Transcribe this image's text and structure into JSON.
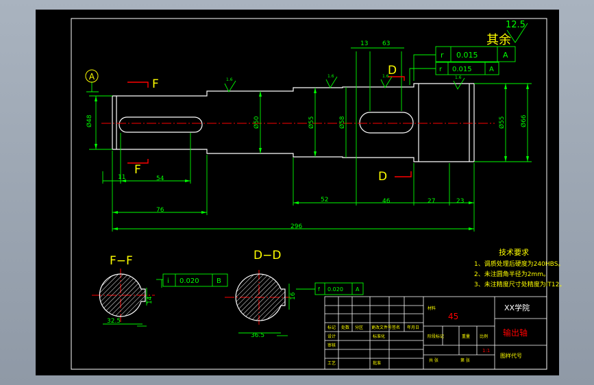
{
  "colors": {
    "background": "#000000",
    "outline": "#ffffff",
    "dimension": "#00ff00",
    "label": "#ffff00",
    "annotation": "#00ff00",
    "red": "#ff0000",
    "centerline": "#ff0000"
  },
  "roughness": {
    "value": "12.5",
    "label": "其余"
  },
  "section_labels": {
    "F_top": "F",
    "F_bottom": "F",
    "D_top": "D",
    "D_bottom": "D",
    "FF": "F−F",
    "DD": "D−D"
  },
  "datum": {
    "label": "A"
  },
  "tolerance_frames": {
    "top1": {
      "sym": "r",
      "value": "0.015",
      "datum": "A"
    },
    "top2": {
      "sym": "r",
      "value": "0.015",
      "datum": "A"
    },
    "ff": {
      "sym": "i",
      "value": "0.020",
      "datum": "B"
    },
    "dd": {
      "sym": "f",
      "value": "0.020",
      "datum": "A"
    }
  },
  "dimensions": {
    "d48": "Ø48",
    "d50": "Ø50",
    "d55a": "Ø55",
    "d58": "Ø58",
    "d55b": "Ø55",
    "d66": "Ø66",
    "l11": "11",
    "l54": "54",
    "l76": "76",
    "l296": "296",
    "l52": "52",
    "l46": "46",
    "l27": "27",
    "l23": "23",
    "l13": "13",
    "l63": "63",
    "ff_w": "32.5",
    "ff_k": "14",
    "dd_w": "36.5",
    "dd_k": "16",
    "r1": "1.6",
    "r2": "1.6",
    "r3": "1.6",
    "r4": "1.6"
  },
  "tech_req": {
    "title": "技术要求",
    "lines": [
      "1、调质处理后硬度为240HBS。",
      "2、未注圆角半径为2mm。",
      "3、未注精度尺寸处精度为IT12。"
    ]
  },
  "title_block": {
    "school": "XX学院",
    "material_label": "材料",
    "material": "45",
    "part_name": "输出轴",
    "drawing_code": "图样代号",
    "scale": "1:1",
    "r_mark": "标记",
    "r_count": "处数",
    "r_zone": "分区",
    "r_change": "更改文件号",
    "r_sign": "签名",
    "r_date": "年月日",
    "r_design": "设计",
    "r_std": "标准化",
    "r_review": "审核",
    "r_process": "工艺",
    "r_approve": "批准",
    "r_stage": "阶段标记",
    "r_weight": "重量",
    "r_ratio": "比例",
    "r_sheets": "共 张",
    "r_sheet": "第 张"
  }
}
